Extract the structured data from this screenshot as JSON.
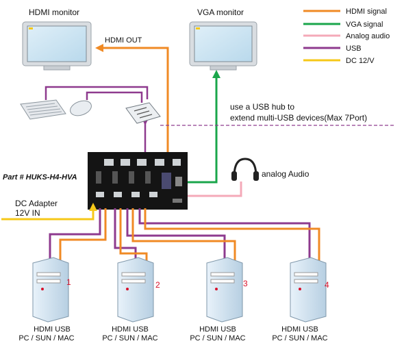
{
  "monitors": {
    "hdmi_label": "HDMI monitor",
    "vga_label": "VGA monitor",
    "hdmi_out_label": "HDMI OUT"
  },
  "legend": [
    {
      "label": "HDMI signal",
      "color": "#f08a24"
    },
    {
      "label": "VGA signal",
      "color": "#1aa64b"
    },
    {
      "label": "Analog audio",
      "color": "#f4a9b8"
    },
    {
      "label": "USB",
      "color": "#8e3a8e"
    },
    {
      "label": "DC 12/V",
      "color": "#f6c818"
    }
  ],
  "usb_hub": {
    "line1": "use a USB hub to",
    "line2": "extend multi-USB devices(Max 7Port)"
  },
  "audio_label": "analog Audio",
  "switch_part": "Part # HUKS-H4-HVA",
  "dc_adapter": {
    "line1": "DC Adapter",
    "line2": "12V IN"
  },
  "computers": [
    {
      "number": "1",
      "line1": "HDMI USB",
      "line2": "PC / SUN / MAC"
    },
    {
      "number": "2",
      "line1": "HDMI USB",
      "line2": "PC / SUN / MAC"
    },
    {
      "number": "3",
      "line1": "HDMI USB",
      "line2": "PC / SUN / MAC"
    },
    {
      "number": "4",
      "line1": "HDMI USB",
      "line2": "PC / SUN / MAC"
    }
  ],
  "colors": {
    "hdmi": "#f08a24",
    "vga": "#1aa64b",
    "audio": "#f4a9b8",
    "usb": "#8e3a8e",
    "dc": "#f6c818",
    "number": "#d8102a"
  }
}
